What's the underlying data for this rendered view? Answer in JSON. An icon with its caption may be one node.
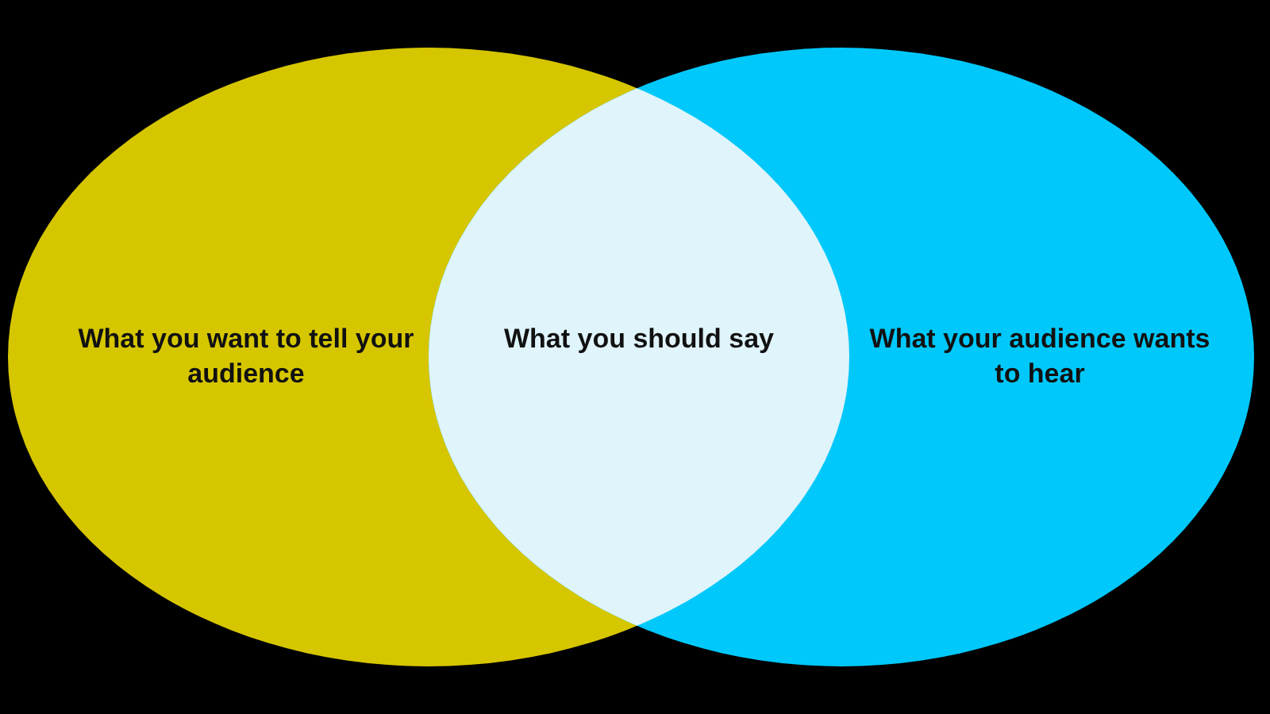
{
  "diagram": {
    "nodes": [
      {
        "text": [
          "What you want to tell your audience"
        ]
      },
      {
        "text": [
          "What your audience wants to hear"
        ]
      },
      {
        "text": [
          "What you should say"
        ]
      }
    ]
  }
}
